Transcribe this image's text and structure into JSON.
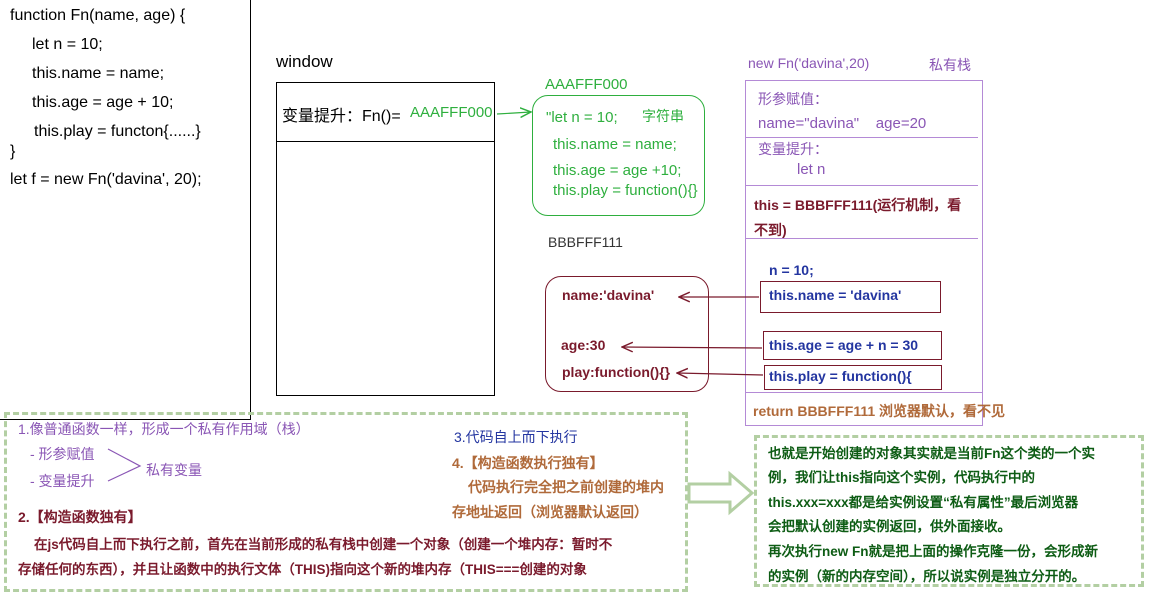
{
  "code": {
    "lines": [
      "function Fn(name, age) {",
      "let n = 10;",
      "this.name = name;",
      "this.age = age + 10;",
      "this.play = functon{......}",
      "}",
      "let f = new Fn('davina', 20);"
    ]
  },
  "window_panel": {
    "title": "window",
    "hoist_label": "变量提升：Fn()=",
    "hoist_addr": "AAAFFF000"
  },
  "heap_fn": {
    "address": "AAAFFF000",
    "type_label": "字符串",
    "lines": [
      "\"let n = 10;",
      "this.name = name;",
      "this.age = age +10;",
      "this.play = function(){}"
    ]
  },
  "heap_obj": {
    "address": "BBBFFF111",
    "props": [
      "name:'davina'",
      "age:30",
      "play:function(){}"
    ]
  },
  "private_stack": {
    "call_label": "new Fn('davina',20)",
    "title": "私有栈",
    "param_title": "形参赋值：",
    "param_values": "name=\"davina\"    age=20",
    "hoist_title": "变量提升：",
    "hoist_var": "let n",
    "this_line1": "this = BBBFFF111(运行机制，看",
    "this_line2": "不到)",
    "n_assign": "n = 10;",
    "this_name": "this.name = 'davina'",
    "this_age": "this.age = age + n = 30",
    "this_play": "this.play = function(){",
    "return_line": "return BBBFFF111 浏览器默认，看不见"
  },
  "notes_left": {
    "step1": "1.像普通函数一样，形成一个私有作用域（栈）",
    "sub1": "- 形参赋值",
    "sub2": "- 变量提升",
    "private_vars": "私有变量",
    "step2_title": "2.【构造函数独有】",
    "step2_l1": "在js代码自上而下执行之前，首先在当前形成的私有栈中创建一个对象（创建一个堆内存：暂时不",
    "step2_l2": "存储任何的东西），并且让函数中的执行文体（THIS)指向这个新的堆内存（THIS===创建的对象",
    "step3": "3.代码自上而下执行",
    "step4_title": "4.【构造函数执行独有】",
    "step4_l1": "代码执行完全把之前创建的堆内",
    "step4_l2": "存地址返回（浏览器默认返回）"
  },
  "notes_right": {
    "lines": [
      "也就是开始创建的对象其实就是当前Fn这个类的一个实",
      "例，我们让this指向这个实例，代码执行中的",
      "this.xxx=xxx都是给实例设置“私有属性”最后浏览器",
      "会把默认创建的实例返回，供外面接收。",
      "再次执行new Fn就是把上面的操作克隆一份，会形成新",
      "的实例（新的内存空间），所以说实例是独立分开的。"
    ]
  },
  "colors": {
    "green": "#2eaf3e",
    "maroon": "#7a1a2c",
    "purple": "#8a56b5",
    "blue": "#2335a0",
    "orange": "#b06a3a",
    "darkgreen": "#0d5c14"
  }
}
